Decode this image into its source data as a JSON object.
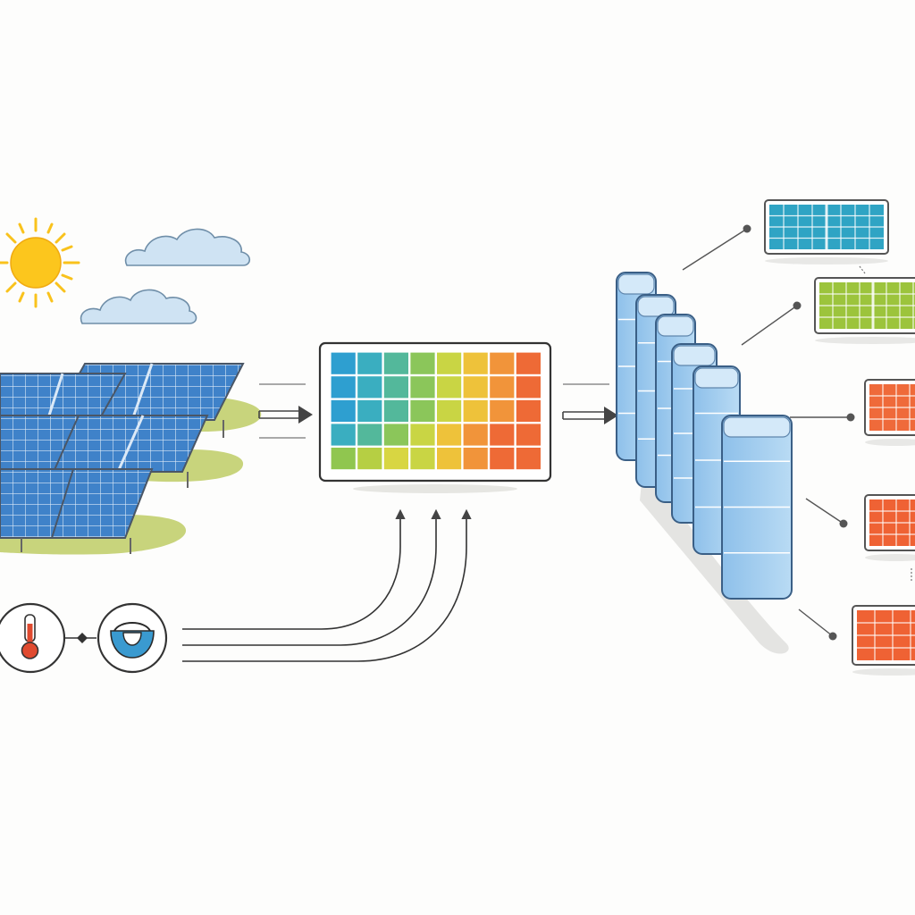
{
  "diagram": {
    "stages": [
      {
        "id": "solar-farm",
        "icon": "solar-panel-array-icon"
      },
      {
        "id": "heatmap-panel",
        "icon": "heatmap-grid-icon"
      },
      {
        "id": "layered-model",
        "icon": "stacked-blocks-icon"
      },
      {
        "id": "classified-panels",
        "icon": "solar-panel-icon"
      }
    ],
    "inputs": [
      {
        "id": "temperature",
        "icon": "thermometer-icon"
      },
      {
        "id": "humidity",
        "icon": "water-gauge-icon"
      }
    ],
    "weather": [
      "sun-icon",
      "cloud-icon",
      "cloud-icon"
    ],
    "flow_arrows": [
      "right-arrow",
      "right-arrow",
      "up-arrow",
      "up-arrow",
      "up-arrow"
    ]
  },
  "colors": {
    "panel_blue": "#3f82c9",
    "grass": "#c8d47c",
    "sun": "#f9c21c",
    "cloud": "#cfe3f3",
    "block": "#a8d0ef",
    "heatmap_cols": [
      "#2e9fd0",
      "#3aaec0",
      "#53b89b",
      "#8bc65a",
      "#c9d544",
      "#eec23a",
      "#f1943a",
      "#ee6a36"
    ],
    "classified_panels": [
      "#2fa4c4",
      "#9cc43c",
      "#ef6a3a",
      "#ef6234",
      "#ef6234"
    ]
  }
}
